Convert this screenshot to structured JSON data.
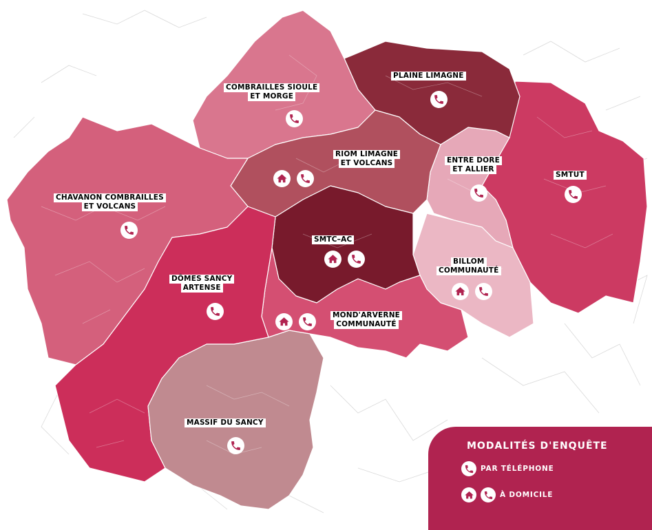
{
  "colors": {
    "plaine_limagne": "#8a2a3a",
    "smtc_ac": "#781a2c",
    "riom_limagne": "#b0505e",
    "combrailles": "#d9768e",
    "chavanon": "#d4607c",
    "domes_sancy": "#cc2e5a",
    "massif_sancy": "#c08a90",
    "mond_arverne": "#d44f72",
    "billom": "#ebb7c4",
    "entre_dore": "#e6a8b8",
    "smtut": "#cc3a62",
    "legend_bg": "#b02350",
    "icon_fill": "#b02350"
  },
  "regions": [
    {
      "id": "plaine-limagne",
      "label_lines": [
        "PLAINE LIMAGNE"
      ],
      "icons": [
        "phone-icon"
      ]
    },
    {
      "id": "combrailles-sioule",
      "label_lines": [
        "COMBRAILLES SIOULE",
        "ET MORGE"
      ],
      "icons": [
        "phone-icon"
      ]
    },
    {
      "id": "riom-limagne",
      "label_lines": [
        "RIOM LIMAGNE",
        "ET VOLCANS"
      ],
      "icons": [
        "home-icon",
        "phone-icon"
      ]
    },
    {
      "id": "entre-dore",
      "label_lines": [
        "ENTRE DORE",
        "ET ALLIER"
      ],
      "icons": [
        "phone-icon"
      ]
    },
    {
      "id": "smtut",
      "label_lines": [
        "SMTUT"
      ],
      "icons": [
        "phone-icon"
      ]
    },
    {
      "id": "chavanon",
      "label_lines": [
        "CHAVANON COMBRAILLES",
        "ET VOLCANS"
      ],
      "icons": [
        "phone-icon"
      ]
    },
    {
      "id": "smtc-ac",
      "label_lines": [
        "SMTC–AC"
      ],
      "icons": [
        "home-icon",
        "phone-icon"
      ]
    },
    {
      "id": "billom",
      "label_lines": [
        "BILLOM",
        "COMMUNAUTÉ"
      ],
      "icons": [
        "home-icon",
        "phone-icon"
      ]
    },
    {
      "id": "domes-sancy",
      "label_lines": [
        "DÔMES SANCY",
        "ARTENSE"
      ],
      "icons": [
        "phone-icon"
      ]
    },
    {
      "id": "mond-arverne",
      "label_lines": [
        "MOND'ARVERNE",
        "COMMUNAUTÉ"
      ],
      "icons": [
        "home-icon",
        "phone-icon"
      ]
    },
    {
      "id": "massif-sancy",
      "label_lines": [
        "MASSIF DU SANCY"
      ],
      "icons": [
        "phone-icon"
      ]
    }
  ],
  "legend": {
    "title": "MODALITÉS D'ENQUÊTE",
    "items": [
      {
        "label": "PAR TÉLÉPHONE",
        "icons": [
          "phone-icon"
        ]
      },
      {
        "label": "À DOMICILE",
        "icons": [
          "home-icon",
          "phone-icon"
        ]
      }
    ]
  }
}
